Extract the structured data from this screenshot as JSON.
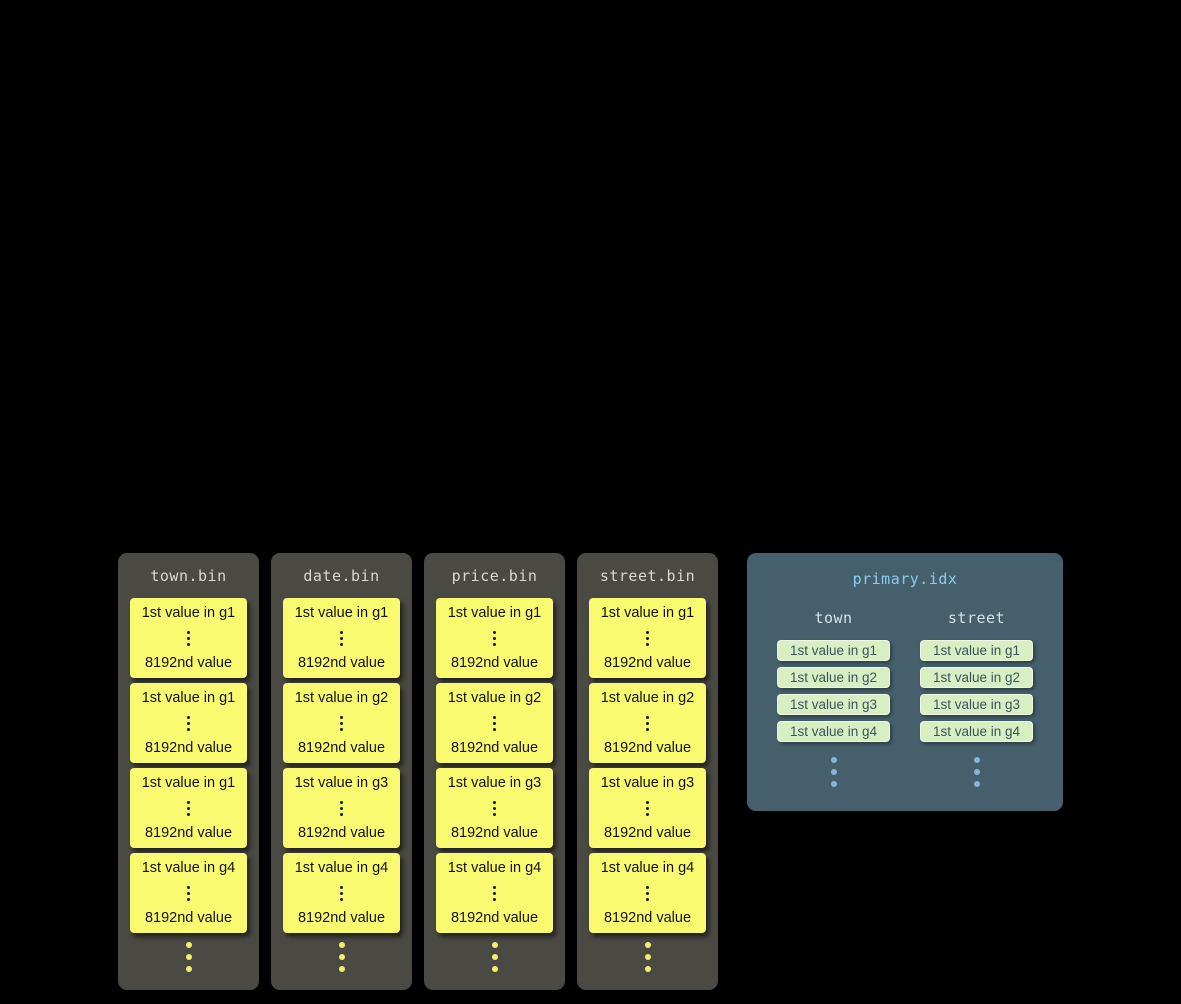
{
  "colors": {
    "background": "#000000",
    "bin_column_bg": "#4a4943",
    "bin_title_text": "#d9d8d1",
    "granule_card_bg": "#fafa70",
    "granule_card_text": "#121212",
    "ellipsis_dots_yellow": "#f2f268",
    "index_panel_bg": "#465f6c",
    "index_title_text": "#88cfee",
    "index_header_text": "#d3e1e9",
    "index_chip_bg": "#d8efc3",
    "index_chip_text": "#3a545e",
    "ellipsis_dots_blue": "#8ab5d6"
  },
  "columns": [
    {
      "title": "town.bin",
      "granules": [
        {
          "top": "1st value in g1",
          "bottom": "8192nd value"
        },
        {
          "top": "1st value in g1",
          "bottom": "8192nd value"
        },
        {
          "top": "1st value in g1",
          "bottom": "8192nd value"
        },
        {
          "top": "1st value in g4",
          "bottom": "8192nd value"
        }
      ]
    },
    {
      "title": "date.bin",
      "granules": [
        {
          "top": "1st value in g1",
          "bottom": "8192nd value"
        },
        {
          "top": "1st value in g2",
          "bottom": "8192nd value"
        },
        {
          "top": "1st value in g3",
          "bottom": "8192nd value"
        },
        {
          "top": "1st value in g4",
          "bottom": "8192nd value"
        }
      ]
    },
    {
      "title": "price.bin",
      "granules": [
        {
          "top": "1st value in g1",
          "bottom": "8192nd value"
        },
        {
          "top": "1st value in g2",
          "bottom": "8192nd value"
        },
        {
          "top": "1st value in g3",
          "bottom": "8192nd value"
        },
        {
          "top": "1st value in g4",
          "bottom": "8192nd value"
        }
      ]
    },
    {
      "title": "street.bin",
      "granules": [
        {
          "top": "1st value in g1",
          "bottom": "8192nd value"
        },
        {
          "top": "1st value in g2",
          "bottom": "8192nd value"
        },
        {
          "top": "1st value in g3",
          "bottom": "8192nd value"
        },
        {
          "top": "1st value in g4",
          "bottom": "8192nd value"
        }
      ]
    }
  ],
  "index_panel": {
    "title": "primary.idx",
    "sections": [
      {
        "header": "town",
        "entries": [
          "1st value in g1",
          "1st value in g2",
          "1st value in g3",
          "1st value in g4"
        ]
      },
      {
        "header": "street",
        "entries": [
          "1st value in g1",
          "1st value in g2",
          "1st value in g3",
          "1st value in g4"
        ]
      }
    ]
  }
}
